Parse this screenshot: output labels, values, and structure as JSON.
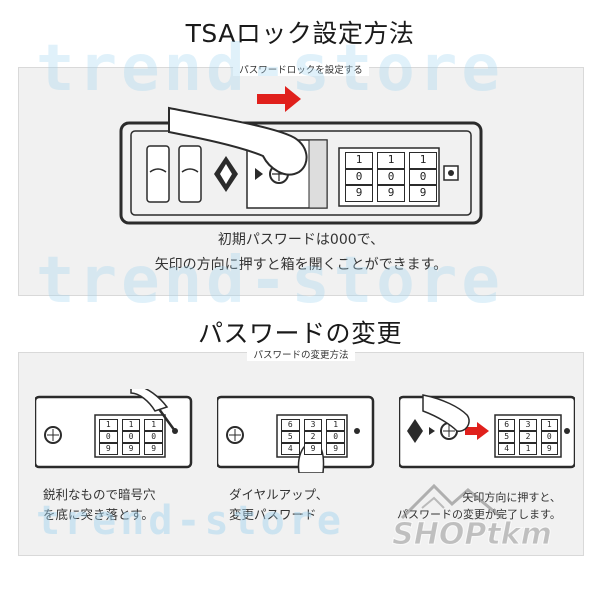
{
  "title_main": "TSAロック設定方法",
  "title_change": "パスワードの変更",
  "panel1": {
    "label": "パスワードロックを設定する",
    "caption_line1": "初期パスワードは000で、",
    "caption_line2": "矢印の方向に押すと箱を開くことができます。",
    "dial_rows": [
      "1",
      "0",
      "9"
    ]
  },
  "panel2": {
    "label": "パスワードの変更方法",
    "step1": {
      "line1": "鋭利なもので暗号穴",
      "line2": "を底に突き落とす。",
      "dial_rows": [
        "1",
        "0",
        "9"
      ]
    },
    "step2": {
      "line1": "ダイヤルアップ、",
      "line2": "変更パスワード",
      "dials": [
        [
          "6",
          "5",
          "4"
        ],
        [
          "3",
          "2",
          "9"
        ],
        [
          "1",
          "0",
          "9"
        ]
      ]
    },
    "step3": {
      "line1": "矢印方向に押すと、",
      "line2": "パスワードの変更が完了します。",
      "dials": [
        [
          "6",
          "5",
          "4"
        ],
        [
          "3",
          "2",
          "1"
        ],
        [
          "1",
          "0",
          "9"
        ]
      ]
    }
  },
  "watermark": {
    "text": "trend-store",
    "logo": "SHOPtkm"
  },
  "colors": {
    "arrow": "#e0201c",
    "panel_bg": "#f1f1f1",
    "line": "#2b2b2b",
    "watermark": "#a0d2f0"
  }
}
